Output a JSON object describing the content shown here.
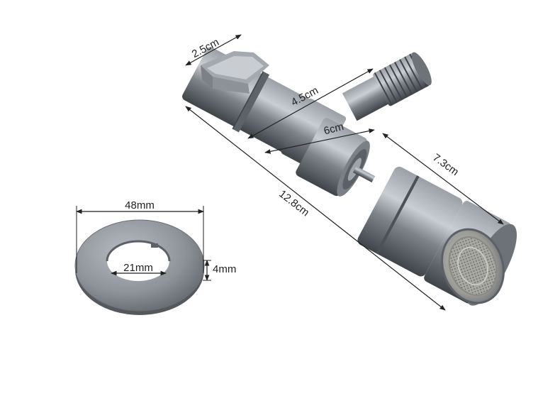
{
  "dimensions": {
    "handle_width": "2.5cm",
    "body_length": "4.5cm",
    "valve_length": "6cm",
    "outlet_length": "7.3cm",
    "total_length": "12.8cm",
    "flange_outer_diameter": "48mm",
    "flange_inner_diameter": "21mm",
    "flange_thickness": "4mm"
  },
  "colors": {
    "background": "#ffffff",
    "metal_dark": "#4e5358",
    "metal_mid": "#8a9096",
    "metal_light": "#c4c9ce",
    "dimension_line": "#222222"
  }
}
